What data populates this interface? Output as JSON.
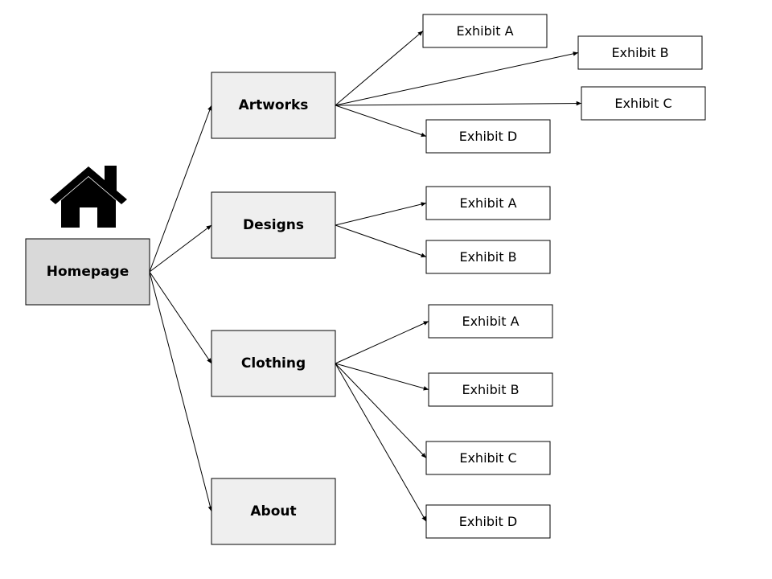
{
  "colors": {
    "home_fill": "#d9d9d9",
    "category_fill": "#efefef",
    "exhibit_fill": "#ffffff",
    "stroke": "#000000"
  },
  "icon": "house-icon",
  "root": {
    "id": "homepage",
    "label": "Homepage"
  },
  "categories": [
    {
      "id": "artworks",
      "label": "Artworks"
    },
    {
      "id": "designs",
      "label": "Designs"
    },
    {
      "id": "clothing",
      "label": "Clothing"
    },
    {
      "id": "about",
      "label": "About"
    }
  ],
  "exhibits": [
    {
      "id": "artworks-a",
      "parent": "artworks",
      "label": "Exhibit A"
    },
    {
      "id": "artworks-b",
      "parent": "artworks",
      "label": "Exhibit B"
    },
    {
      "id": "artworks-c",
      "parent": "artworks",
      "label": "Exhibit C"
    },
    {
      "id": "artworks-d",
      "parent": "artworks",
      "label": "Exhibit D"
    },
    {
      "id": "designs-a",
      "parent": "designs",
      "label": "Exhibit A"
    },
    {
      "id": "designs-b",
      "parent": "designs",
      "label": "Exhibit B"
    },
    {
      "id": "clothing-a",
      "parent": "clothing",
      "label": "Exhibit A"
    },
    {
      "id": "clothing-b",
      "parent": "clothing",
      "label": "Exhibit B"
    },
    {
      "id": "clothing-c",
      "parent": "clothing",
      "label": "Exhibit C"
    },
    {
      "id": "clothing-d",
      "parent": "clothing",
      "label": "Exhibit D"
    }
  ]
}
